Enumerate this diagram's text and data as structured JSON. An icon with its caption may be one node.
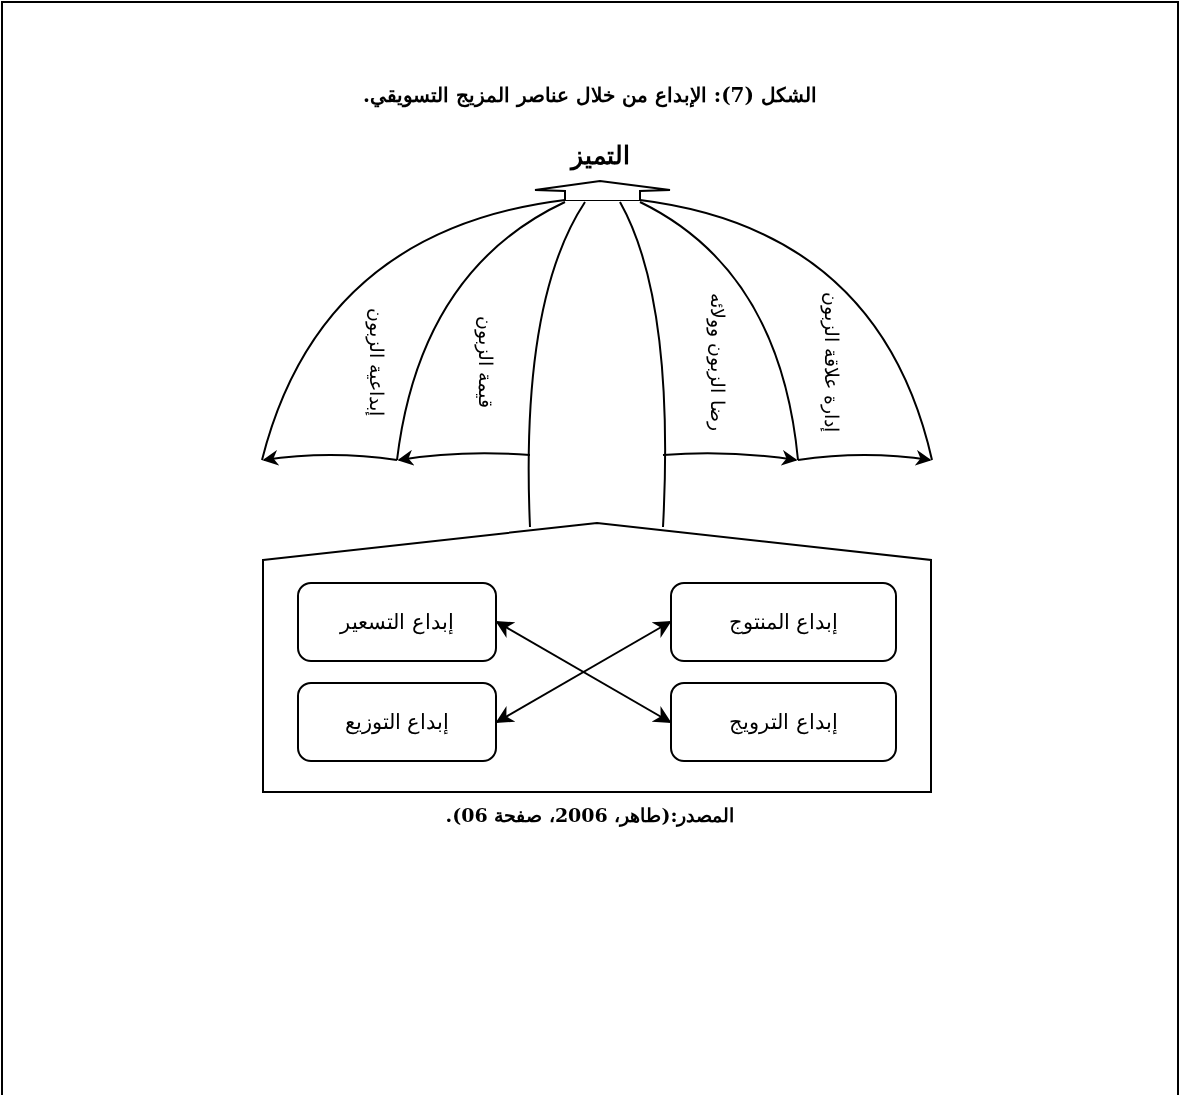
{
  "diagram": {
    "title": "الشكل (7): الإبداع من خلال عناصر المزيج التسويقي.",
    "caption": "المصدر:(طاهر، 2006، صفحة 06).",
    "nodes": [
      {
        "text": [],
        "shape": "box"
      },
      {
        "text": [
          "إبداع المنتوج"
        ],
        "in": 0
      },
      {
        "text": [
          "إبداع التسعير"
        ],
        "in": 0
      },
      {
        "text": [
          "إبداع الترويج"
        ],
        "in": 0
      },
      {
        "text": [
          "إبداع التوزيع"
        ],
        "in": 0
      }
    ],
    "edges": [
      {
        "from": 2,
        "to": 3,
        "arrow": "both"
      },
      {
        "from": 4,
        "to": 1,
        "arrow": "both"
      }
    ],
    "labels": [
      "التميز",
      "إدارة علاقة الزبون",
      "رضا الزبون وولائه",
      "قيمة الزبون",
      "إبداعية الزبون"
    ]
  }
}
